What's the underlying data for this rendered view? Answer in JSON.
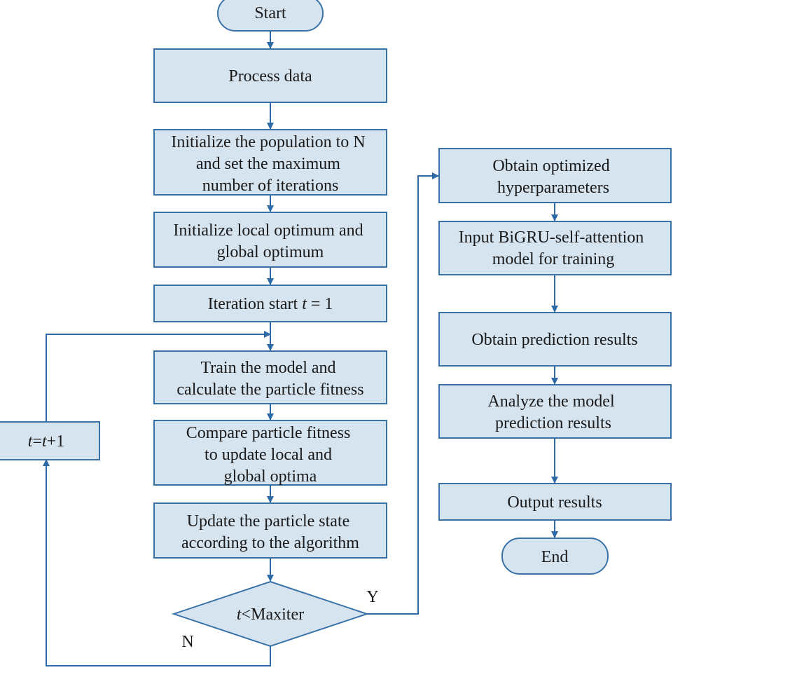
{
  "colors": {
    "node_fill": "#d6e4f0",
    "node_stroke": "#3a72a8",
    "edge": "#2e6aa7",
    "text": "#1a1a1a"
  },
  "nodes": {
    "start": {
      "lines": [
        "Start"
      ]
    },
    "process_data": {
      "lines": [
        "Process data"
      ]
    },
    "init_population": {
      "lines": [
        "Initialize the population to N",
        "and set the maximum",
        "number of iterations"
      ]
    },
    "init_optimum": {
      "lines": [
        "Initialize local optimum and",
        "global optimum"
      ]
    },
    "iteration_start": {
      "prefix": "Iteration start ",
      "var": "t",
      "suffix": " = 1"
    },
    "train_model": {
      "lines": [
        "Train the model and",
        "calculate the particle fitness"
      ]
    },
    "compare_fitness": {
      "lines": [
        "Compare particle fitness",
        "to update local and",
        "global optima"
      ]
    },
    "update_state": {
      "lines": [
        "Update the particle state",
        "according to the algorithm"
      ]
    },
    "decision": {
      "var": "t",
      "suffix": "<Maxiter"
    },
    "increment": {
      "v1": "t",
      "eq": "=",
      "v2": "t",
      "plus": "+1"
    },
    "obtain_hyper": {
      "lines": [
        "Obtain optimized",
        "hyperparameters"
      ]
    },
    "input_model": {
      "lines": [
        "Input BiGRU-self-attention",
        "model for training"
      ]
    },
    "obtain_prediction": {
      "lines": [
        "Obtain prediction results"
      ]
    },
    "analyze_results": {
      "lines": [
        "Analyze the model",
        "prediction results"
      ]
    },
    "output_results": {
      "lines": [
        "Output results"
      ]
    },
    "end": {
      "lines": [
        "End"
      ]
    }
  },
  "edge_labels": {
    "yes": "Y",
    "no": "N"
  }
}
